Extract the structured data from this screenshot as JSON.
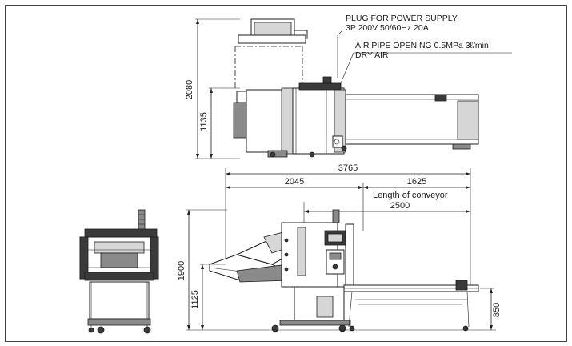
{
  "notes": {
    "power_line1": "PLUG FOR POWER SUPPLY",
    "power_line2": "3P 200V 50/60Hz 20A",
    "air_line1": "AIR PIPE OPENING 0.5MPa 3ℓ/min",
    "air_line2": "DRY AIR"
  },
  "dimensions": {
    "overall_height": "2080",
    "top_view_height": "1135",
    "overall_length": "3765",
    "main_body_length": "2045",
    "conveyor_extension": "1625",
    "conveyor_label": "Length of conveyor",
    "conveyor_length": "2500",
    "side_view_height": "1900",
    "infeed_height": "1125",
    "conveyor_height": "850"
  }
}
